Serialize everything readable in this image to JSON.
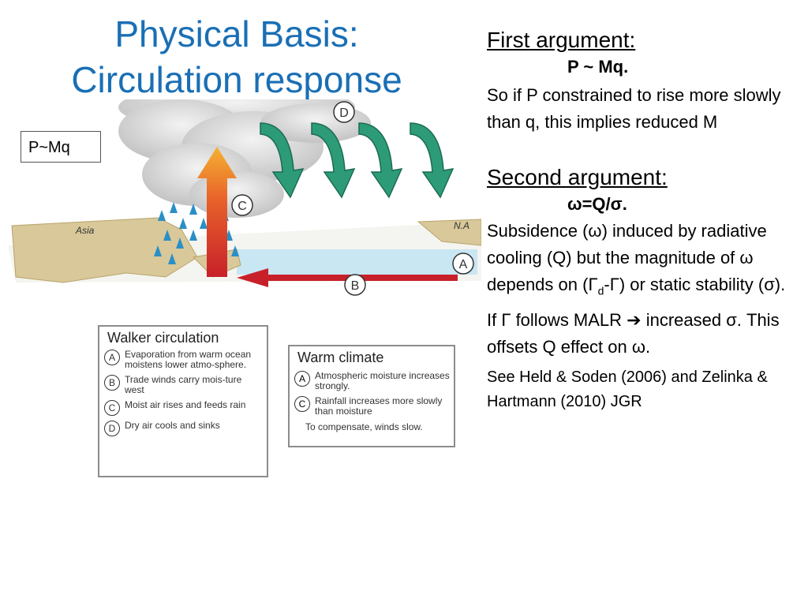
{
  "slide": {
    "title_line1": "Physical Basis:",
    "title_line2": "Circulation response",
    "pmq_label": "P~Mq"
  },
  "figure": {
    "label_asia": "Asia",
    "label_na": "N.A",
    "markers": {
      "a": "A",
      "b": "B",
      "c": "C",
      "d": "D"
    },
    "walker_legend": {
      "heading": "Walker circulation",
      "items": [
        {
          "marker": "A",
          "text": "Evaporation from warm ocean moistens lower atmo-sphere."
        },
        {
          "marker": "B",
          "text": "Trade winds carry mois-ture west"
        },
        {
          "marker": "C",
          "text": "Moist air rises and feeds rain"
        },
        {
          "marker": "D",
          "text": "Dry air cools and sinks"
        }
      ]
    },
    "warm_legend": {
      "heading": "Warm climate",
      "items": [
        {
          "marker": "A",
          "text": "Atmospheric moisture increases strongly."
        },
        {
          "marker": "C",
          "text": "Rainfall increases more slowly than moisture"
        }
      ],
      "footer": "To compensate, winds slow."
    }
  },
  "arguments": {
    "first_heading": "First argument:",
    "first_eq": "P ~ Mq.",
    "first_body": "So if P constrained to rise more slowly than q, this implies reduced M",
    "second_heading": "Second argument:",
    "second_eq": "ω=Q/σ.",
    "second_body": "Subsidence (ω) induced by radiative cooling (Q) but the magnitude of ω depends on",
    "gamma_open": "(Γ",
    "gamma_sub": "d",
    "gamma_close": "-Γ) or static stability (σ).",
    "malr_line": "If  Γ follows MALR ➔ increased σ. This offsets Q effect on ω.",
    "reference": "See Held & Soden (2006) and Zelinka & Hartmann (2010) JGR"
  }
}
